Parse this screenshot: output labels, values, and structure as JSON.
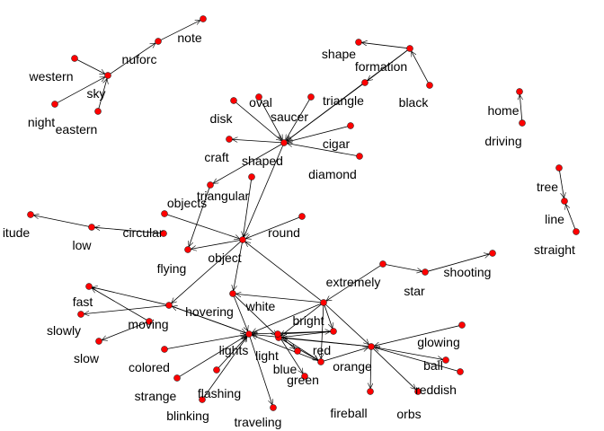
{
  "colors": {
    "background": "#ffffff",
    "node": "#ff0000",
    "edge": "#000000",
    "text": "#000000"
  },
  "words": {
    "note": "note",
    "nuforc": "nuforc",
    "western": "western",
    "sky": "sky",
    "night": "night",
    "eastern": "eastern",
    "shape": "shape",
    "formation": "formation",
    "black": "black",
    "oval": "oval",
    "saucer": "saucer",
    "triangle": "triangle",
    "disk": "disk",
    "cigar": "cigar",
    "craft": "craft",
    "shaped": "shaped",
    "diamond": "diamond",
    "home": "home",
    "driving": "driving",
    "tree": "tree",
    "line": "line",
    "straight": "straight",
    "objects": "objects",
    "triangular": "triangular",
    "itude": "itude",
    "low": "low",
    "circular": "circular",
    "round": "round",
    "object": "object",
    "flying": "flying",
    "shooting": "shooting",
    "extremely": "extremely",
    "star": "star",
    "fast": "fast",
    "hovering": "hovering",
    "white": "white",
    "bright": "bright",
    "slowly": "slowly",
    "moving": "moving",
    "red": "red",
    "slow": "slow",
    "lights": "lights",
    "light": "light",
    "orange": "orange",
    "glowing": "glowing",
    "colored": "colored",
    "blue": "blue",
    "ball": "ball",
    "green": "green",
    "reddish": "reddish",
    "strange": "strange",
    "flashing": "flashing",
    "blinking": "blinking",
    "fireball": "fireball",
    "orbs": "orbs",
    "traveling": "traveling"
  }
}
